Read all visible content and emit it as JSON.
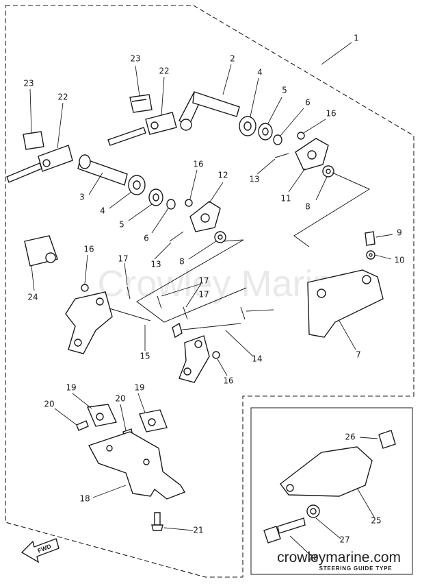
{
  "watermark": "Crowley Marine",
  "footer_url": "crowleymarine.com",
  "inset": {
    "caption": "STEERING GUIDE  TYPE"
  },
  "fwd_label": "FWD",
  "callouts": {
    "c1": "1",
    "c2": "2",
    "c3": "3",
    "c4a": "4",
    "c4b": "4",
    "c5a": "5",
    "c5b": "5",
    "c6a": "6",
    "c6b": "6",
    "c7": "7",
    "c8a": "8",
    "c8b": "8",
    "c9": "9",
    "c10": "10",
    "c11": "11",
    "c12": "12",
    "c13a": "13",
    "c13b": "13",
    "c14": "14",
    "c15": "15",
    "c16a": "16",
    "c16b": "16",
    "c16c": "16",
    "c16d": "16",
    "c17a": "17",
    "c17b": "17",
    "c17c": "17",
    "c18": "18",
    "c19a": "19",
    "c19b": "19",
    "c20a": "20",
    "c20b": "20",
    "c21": "21",
    "c22a": "22",
    "c22b": "22",
    "c23a": "23",
    "c23b": "23",
    "c24": "24",
    "c25": "25",
    "c26": "26",
    "c27": "27",
    "c28": "28"
  }
}
